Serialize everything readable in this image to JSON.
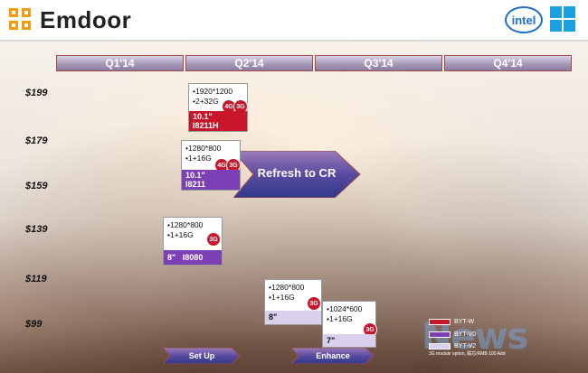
{
  "brand": {
    "logo_text": "Emdoor",
    "intel_text": "intel"
  },
  "quarters": [
    "Q1'14",
    "Q2'14",
    "Q3'14",
    "Q4'14"
  ],
  "prices": [
    "$199",
    "$179",
    "$159",
    "$139",
    "$119",
    "$99"
  ],
  "products": [
    {
      "specs": [
        "•1920*1200",
        "•2+32G"
      ],
      "size": "10.1\"",
      "model": "I8211H",
      "badges": [
        "4G",
        "3G"
      ],
      "band_color": "#c8172b"
    },
    {
      "specs": [
        "•1280*800",
        "•1+16G"
      ],
      "size": "10.1\"",
      "model": "I8211",
      "badges": [
        "4G",
        "3G"
      ],
      "band_color": "#7d3fb5"
    },
    {
      "specs": [
        "•1280*800",
        "•1+16G"
      ],
      "size": "8\"",
      "model": "I8080",
      "badges": [
        "3G"
      ],
      "band_color": "#7d3fb5"
    },
    {
      "specs": [
        "•1280*800",
        "•1+16G"
      ],
      "size": "8\"",
      "model": "",
      "badges": [
        "3G"
      ],
      "band_color": "#d9d0ec"
    },
    {
      "specs": [
        "•1024*600",
        "•1+16G"
      ],
      "size": "7\"",
      "model": "",
      "badges": [
        "3G"
      ],
      "band_color": "#d9d0ec"
    }
  ],
  "arrows": {
    "refresh": "Refresh to CR",
    "setup": "Set Up",
    "enhance": "Enhance"
  },
  "legend": [
    {
      "label": "BYT-W",
      "color": "#c8172b"
    },
    {
      "label": "BYT-V0",
      "color": "#7d3fb5"
    },
    {
      "label": "BYT-V2",
      "color": "#d9d0ec"
    }
  ],
  "legend_note": "3G module option, 联芯/RMB 100 Add",
  "watermark": "News"
}
